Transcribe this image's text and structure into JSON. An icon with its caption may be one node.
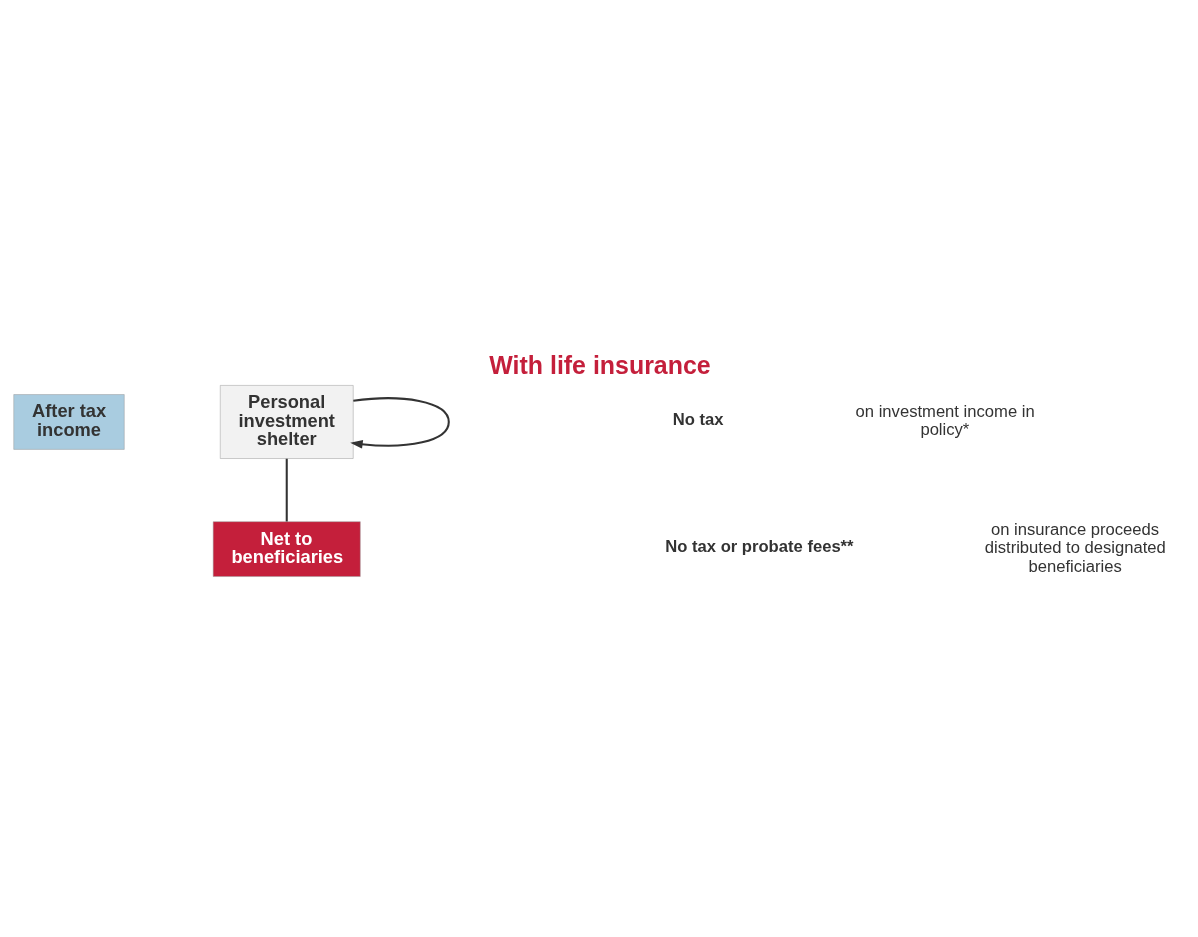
{
  "diagram": {
    "title": "With life insurance",
    "nodes": [
      {
        "text": [
          "After tax income"
        ]
      },
      {
        "text": [
          "Personal investment shelter"
        ]
      },
      {
        "text": [
          "Net to beneficiaries"
        ]
      }
    ],
    "edges": [
      {
        "from": 1,
        "to": 1,
        "arrow": "to"
      },
      {
        "from": 1,
        "to": 2,
        "arrow": "none"
      }
    ],
    "labels": [
      "No tax",
      "on investment income in policy*",
      "No tax or probate fees**",
      "on insurance proceeds distributed to designated beneficiaries"
    ]
  }
}
